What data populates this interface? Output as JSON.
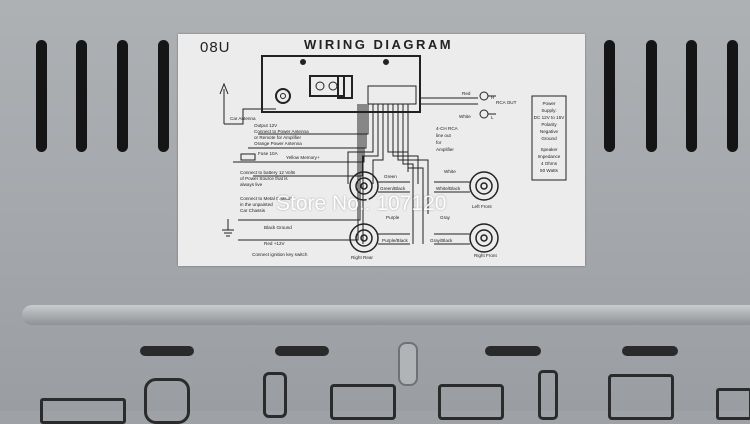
{
  "label": {
    "model": "08U",
    "title": "WIRING DIAGRAM",
    "watermark": "Store No.: 107120",
    "left_notes": {
      "car_antenna": "Car Antenna",
      "output": "Output 12V",
      "power_antenna": "Connect to Power Antenna",
      "amplifier": "or Remote for Amplifier",
      "orange": "Orange Power Antenna",
      "fuse": "Fuse 10A",
      "yellow": "Yellow Memory+",
      "battery1": "Connect to battery 12 Volts",
      "battery2": "of Power Source that is",
      "battery3": "always live",
      "chassis1": "Connect to Metal Chassis",
      "chassis2": "in the unpainted",
      "chassis3": "Car Chassis",
      "black_ground": "Black Ground",
      "red": "Red +12V",
      "ignition": "Connect ignition key switch"
    },
    "rca": {
      "red": "Red",
      "white": "White",
      "rca_out": "RCA OUT",
      "r": "R",
      "l": "L",
      "line1": "4-CH RCA",
      "line2": "line out",
      "line3": "for",
      "line4": "Amplifier"
    },
    "power_box": {
      "l1": "Power",
      "l2": "Supply:",
      "l3": "DC 12V to 15V",
      "l4": "Polarity",
      "l5": "Negative",
      "l6": "Ground",
      "l7": "Speaker",
      "l8": "Impedance",
      "l9": "4 Ohms",
      "l10": "50 Watts"
    },
    "speakers": {
      "green": "Green",
      "green_black": "Green/Black",
      "white": "White",
      "white_black": "White/Black",
      "left_front": "Left Front",
      "purple": "Purple",
      "purple_black": "Purple/Black",
      "gray": "Gray",
      "gray_black": "Gray/Black",
      "right_rear": "Right Rear",
      "right_front": "Right Front"
    }
  }
}
